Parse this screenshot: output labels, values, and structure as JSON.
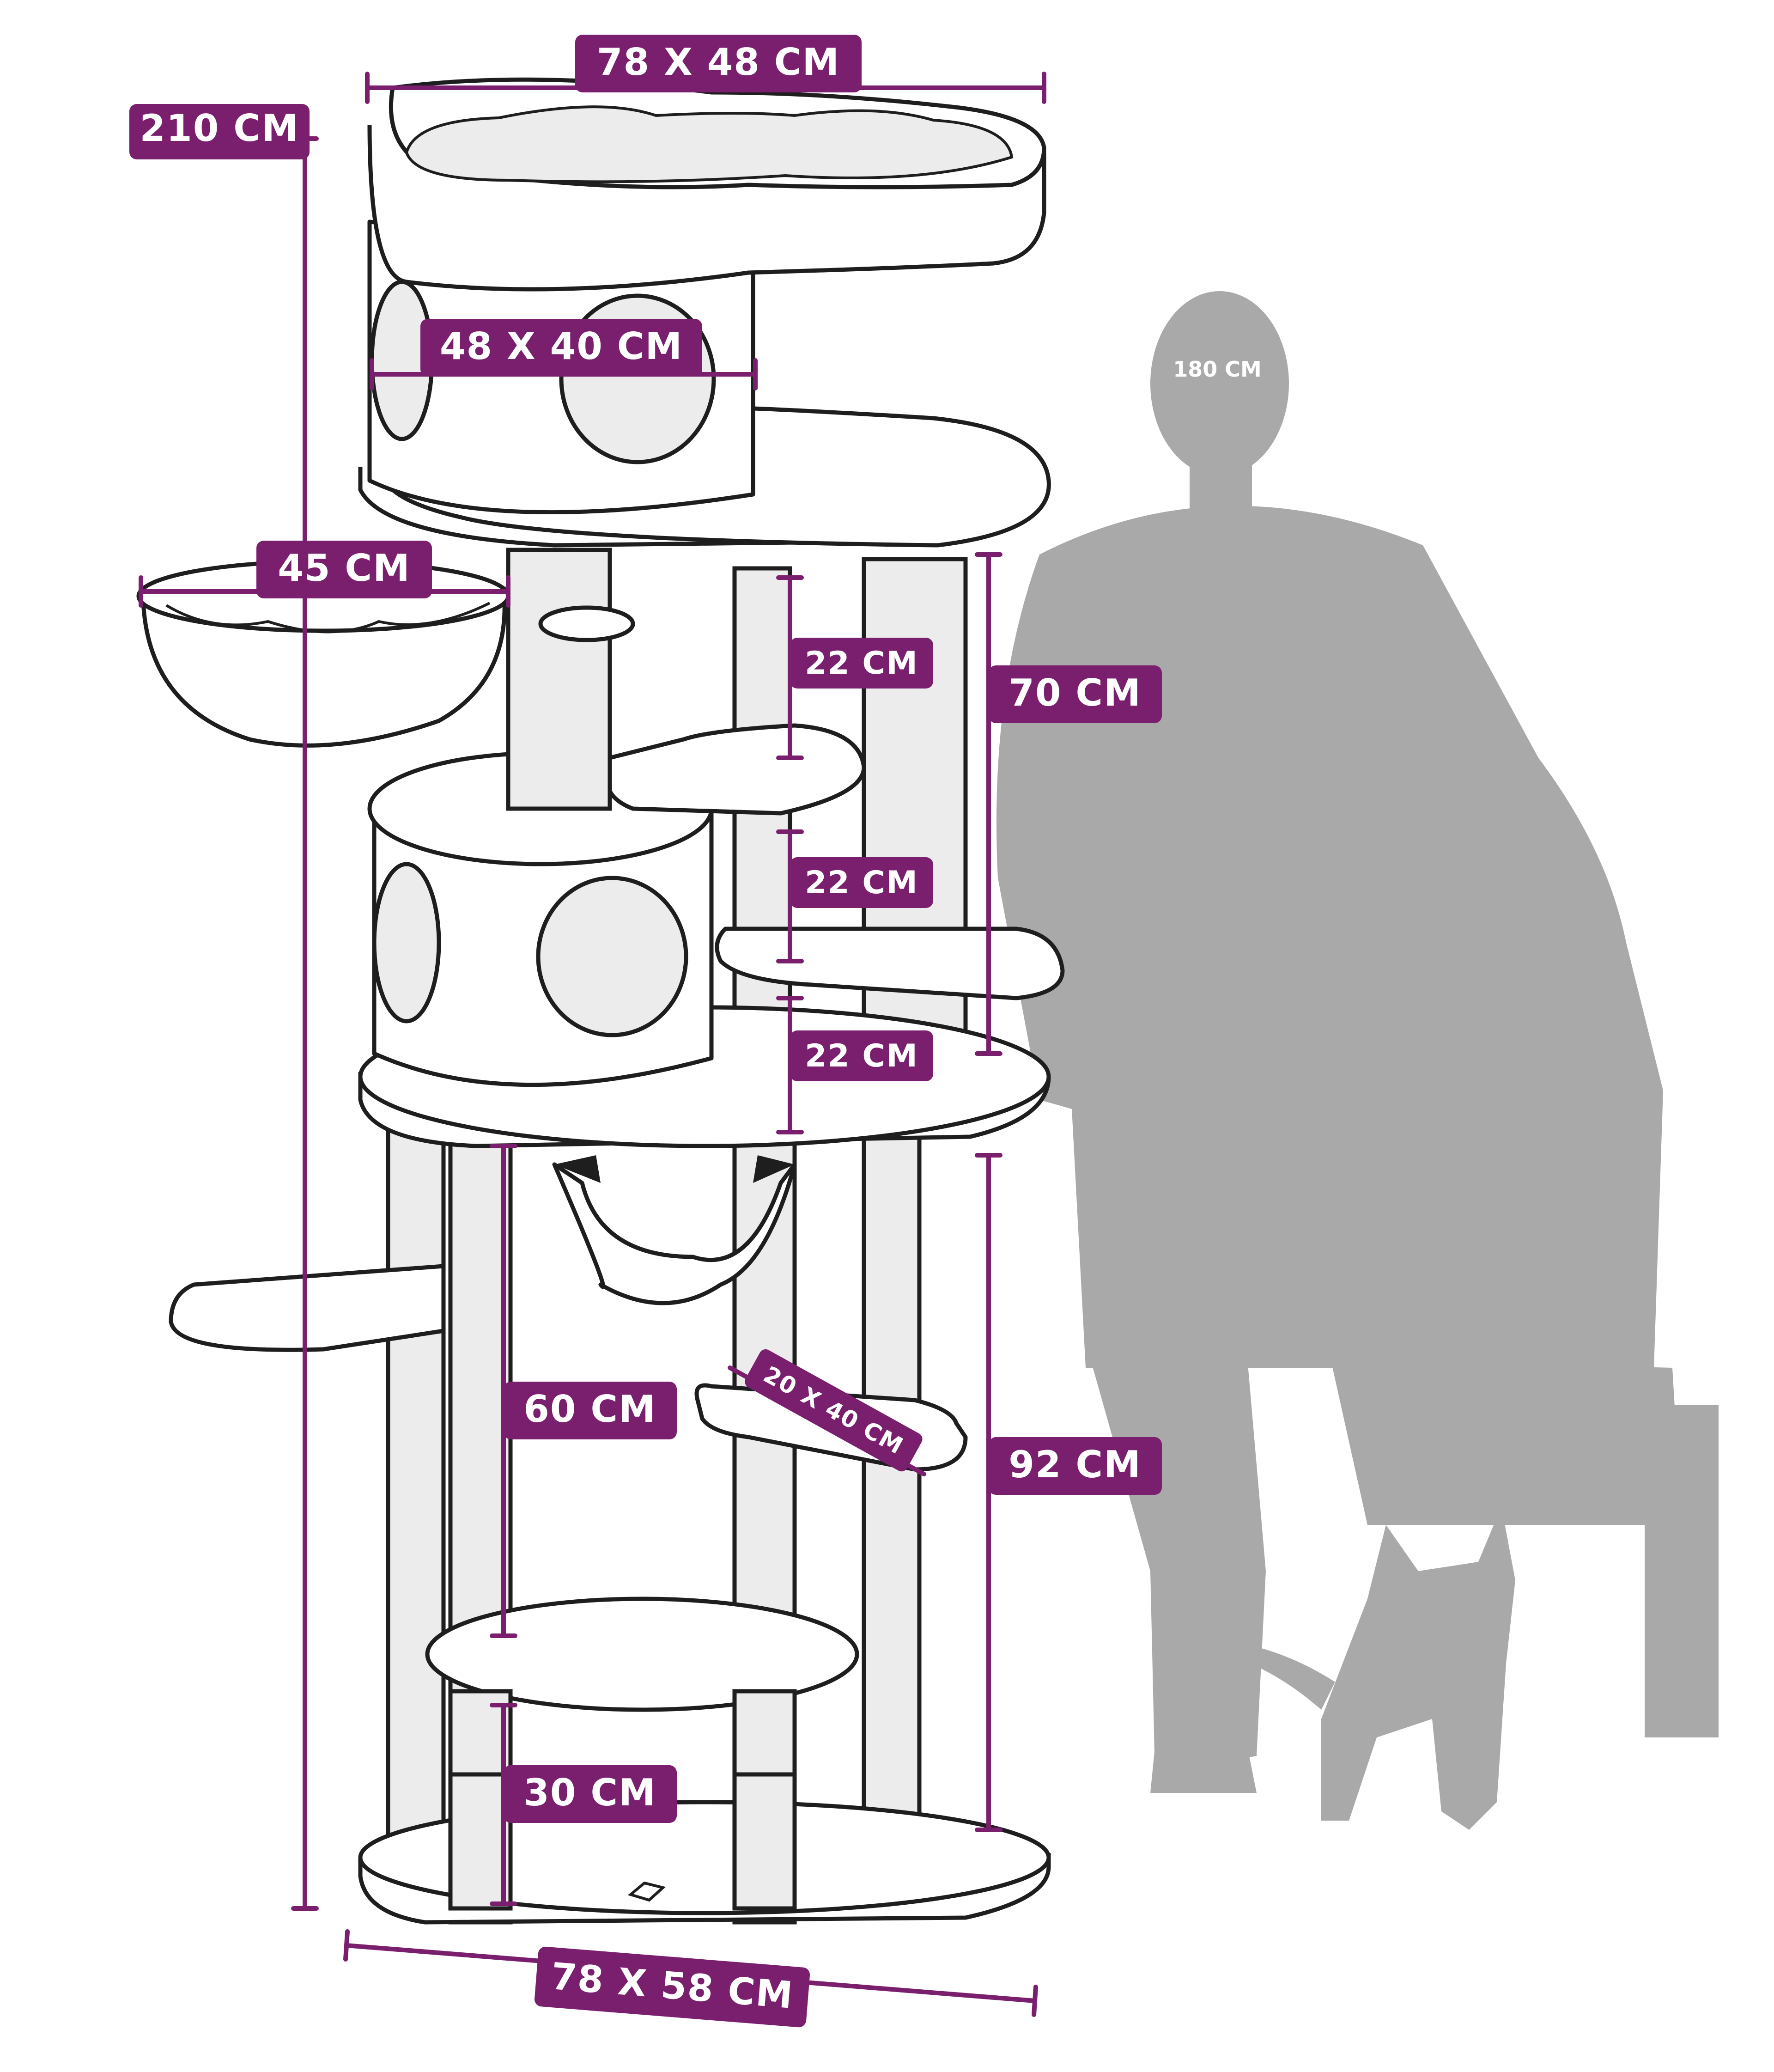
{
  "colors": {
    "accent": "#7a1f6e",
    "outline": "#1e1e1e",
    "fill": "#ffffff",
    "post": "#ececec",
    "silhouette": "#a9a9a9"
  },
  "dimensions": {
    "total_height": "210 CM",
    "top_bed": "78 X 48 CM",
    "condo_top": "48 X 40 CM",
    "basket": "45 CM",
    "step_1": "22 CM",
    "step_2": "22 CM",
    "step_3": "22 CM",
    "upper_posts": "70 CM",
    "lower_posts": "92 CM",
    "mid_post": "60 CM",
    "small_platform": "20 X 40 CM",
    "bottom_post": "30 CM",
    "base": "78 X 58 CM"
  },
  "person_height": "180 CM",
  "figures": {
    "person": "person-silhouette",
    "cat": "cat-silhouette"
  }
}
